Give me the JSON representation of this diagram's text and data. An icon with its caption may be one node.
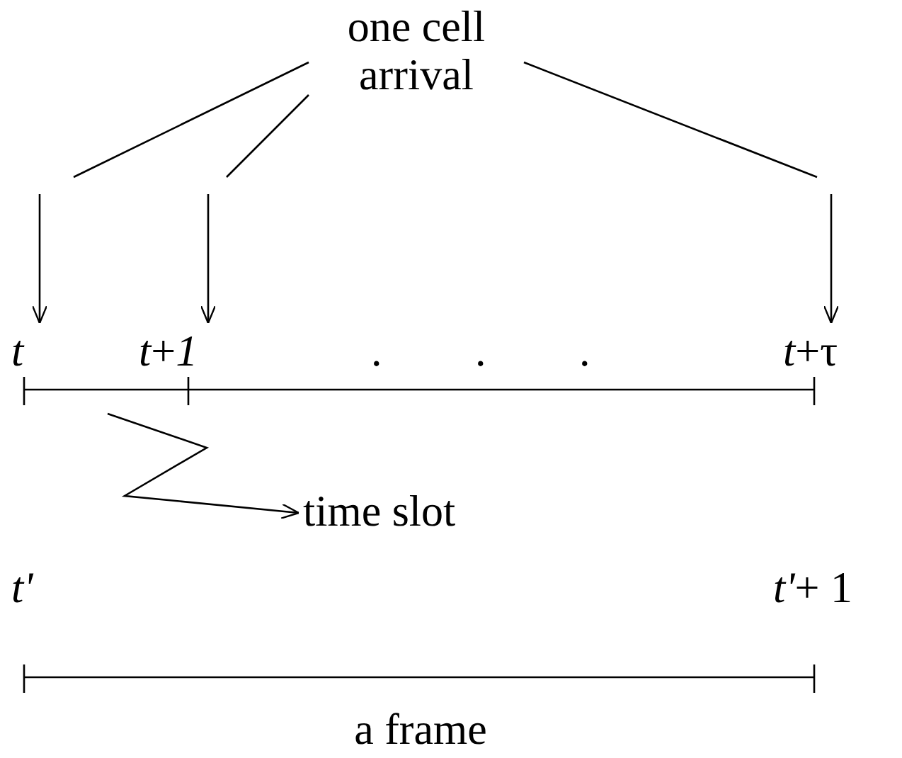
{
  "diagram": {
    "nodes": [
      {
        "text": [
          "one cell arrival"
        ]
      },
      {
        "text": [
          "t"
        ]
      },
      {
        "text": [
          "*t*+*1*"
        ]
      },
      {
        "text": [
          "*t*+τ"
        ]
      },
      {
        "text": [
          "time slot"
        ]
      }
    ],
    "edges": [
      {
        "from": 0,
        "to": null,
        "arrow": "none"
      },
      {
        "from": 0,
        "to": null,
        "arrow": "none"
      },
      {
        "from": 0,
        "to": null,
        "arrow": "none"
      },
      {
        "from": null,
        "to": 1,
        "arrow": "to"
      },
      {
        "from": null,
        "to": 2,
        "arrow": "to"
      },
      {
        "from": null,
        "to": 3,
        "arrow": "to"
      },
      {
        "from": null,
        "to": 4,
        "arrow": "to"
      }
    ],
    "labels": [
      ". . .",
      "t'",
      "*t'*+ 1",
      "a frame"
    ]
  }
}
